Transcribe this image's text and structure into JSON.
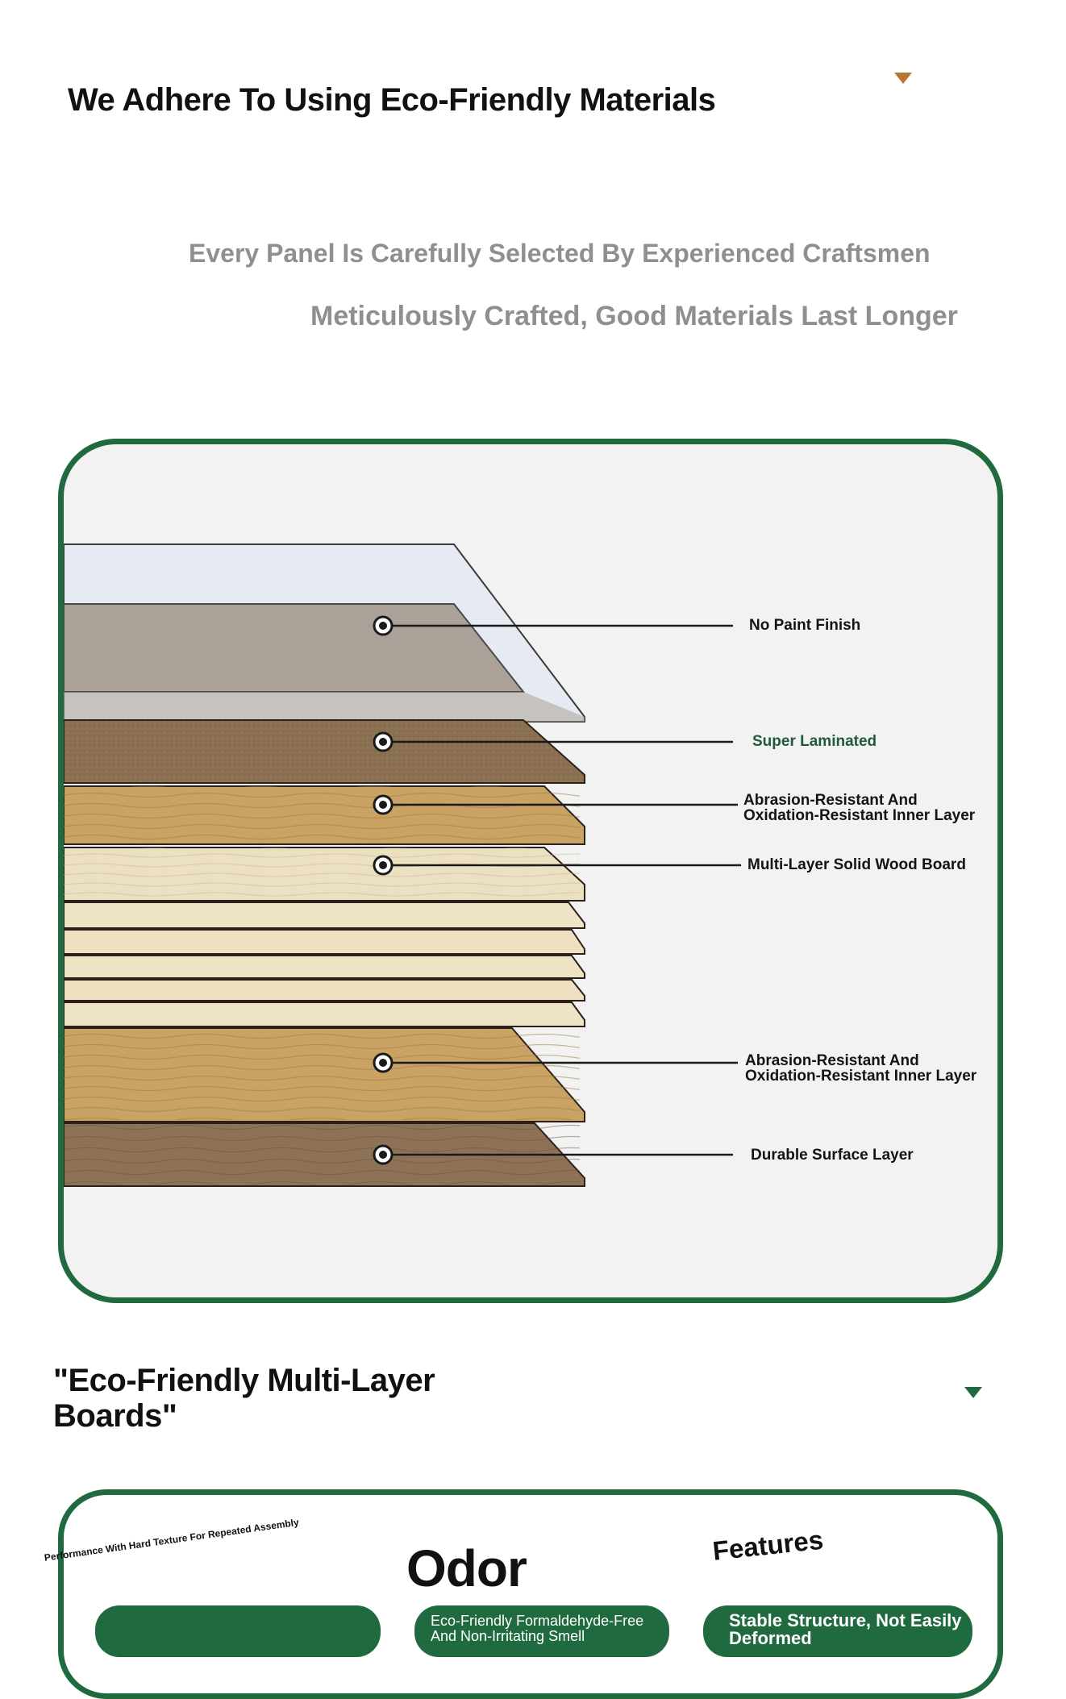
{
  "header": {
    "title": "We Adhere To Using Eco-Friendly Materials"
  },
  "subtitles": {
    "line1": "Every Panel Is Carefully Selected By Experienced Craftsmen",
    "line2": "Meticulously Crafted, Good Materials Last Longer"
  },
  "layer_labels": [
    "No Paint Finish",
    "Super Laminated",
    "Abrasion-Resistant And\nOxidation-Resistant Inner Layer",
    "Multi-Layer Solid Wood Board",
    "Abrasion-Resistant And\nOxidation-Resistant Inner Layer",
    "Durable Surface Layer"
  ],
  "section2": {
    "heading": "\"Eco-Friendly Multi-Layer Boards\"",
    "rotated_caption": "Performance With Hard Texture For Repeated Assembly",
    "odor_title": "Odor",
    "features_title": "Features",
    "pill2_text": "Eco-Friendly Formaldehyde-Free And Non-Irritating Smell",
    "pill3_text": "Stable Structure, Not Easily Deformed"
  },
  "colors": {
    "brand_green": "#1f6a3f",
    "accent_orange": "#b5763a",
    "subtitle_gray": "#8f8f8f",
    "panel_bg": "#f2f2f2"
  },
  "icons": {
    "dropdown": "triangle-down-icon",
    "marker": "target-marker-icon"
  }
}
